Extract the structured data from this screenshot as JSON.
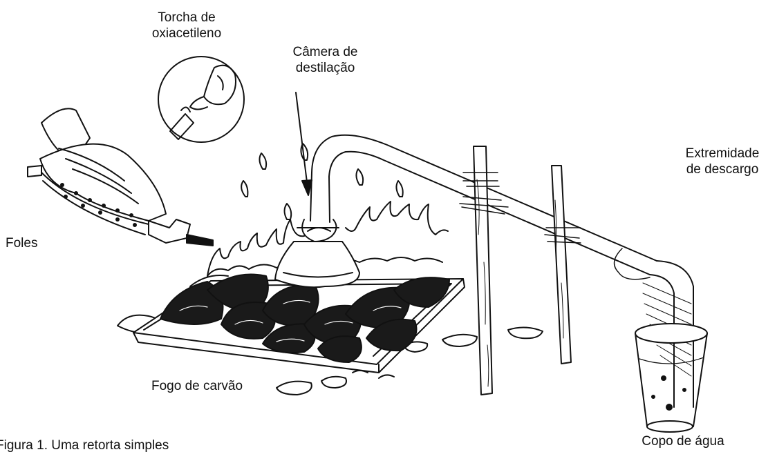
{
  "labels": {
    "torch_line1": "Torcha de",
    "torch_line2": "oxiacetileno",
    "chamber_line1": "Câmera de",
    "chamber_line2": "destilação",
    "bellows": "Foles",
    "discharge_line1": "Extremidade",
    "discharge_line2": "de descargo",
    "fire": "Fogo de carvão",
    "cup": "Copo de  água"
  },
  "caption": "Figura 1. Uma retorta simples",
  "colors": {
    "ink": "#111111",
    "coal": "#1a1a1a",
    "paper": "#ffffff"
  }
}
